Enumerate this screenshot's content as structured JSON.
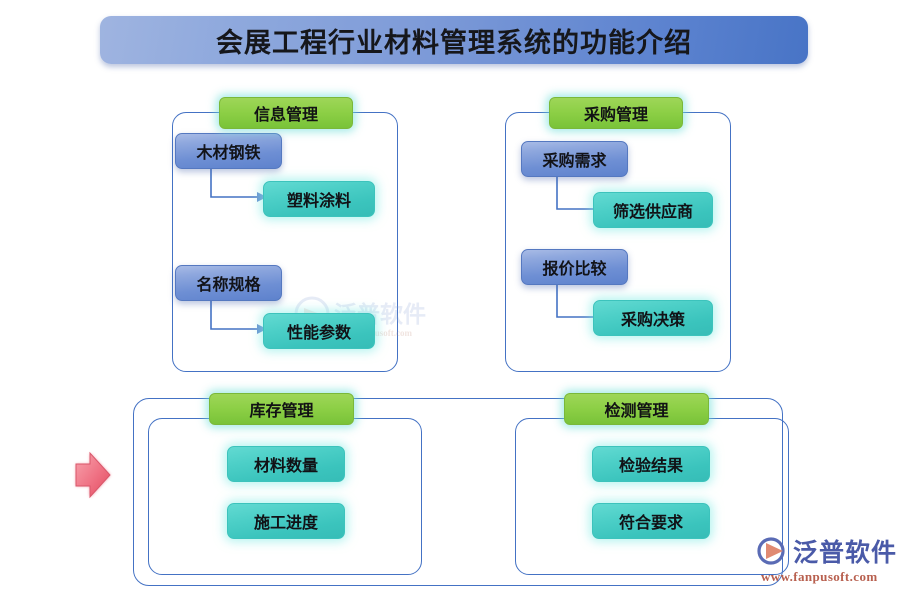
{
  "title": {
    "text": "会展工程行业材料管理系统的功能介绍"
  },
  "colors": {
    "title_bar_light": "#9fb4e0",
    "title_bar_dark": "#4874c6",
    "panel_border": "#4472C4",
    "green_chip": "#8ccf45",
    "blue_box": "#6e8fd4",
    "teal_box": "#3bc4bd",
    "arrow_pink": "#ef6a7a",
    "connector_line": "#4472C4",
    "watermark_brand": "#4a5aa8",
    "watermark_url": "#b8604f"
  },
  "groups": [
    {
      "id": "info-management",
      "header": "信息管理",
      "nodes": [
        {
          "id": "wood-steel",
          "label": "木材钢铁",
          "type": "blue"
        },
        {
          "id": "plastic-coating",
          "label": "塑料涂料",
          "type": "teal"
        },
        {
          "id": "name-spec",
          "label": "名称规格",
          "type": "blue"
        },
        {
          "id": "performance-param",
          "label": "性能参数",
          "type": "teal"
        }
      ],
      "connections": [
        {
          "from": "wood-steel",
          "to": "plastic-coating"
        },
        {
          "from": "name-spec",
          "to": "performance-param"
        }
      ]
    },
    {
      "id": "procurement-management",
      "header": "采购管理",
      "nodes": [
        {
          "id": "purchase-demand",
          "label": "采购需求",
          "type": "blue"
        },
        {
          "id": "filter-supplier",
          "label": "筛选供应商",
          "type": "teal"
        },
        {
          "id": "quote-compare",
          "label": "报价比较",
          "type": "blue"
        },
        {
          "id": "purchase-decision",
          "label": "采购决策",
          "type": "teal"
        }
      ],
      "connections": [
        {
          "from": "purchase-demand",
          "to": "filter-supplier"
        },
        {
          "from": "quote-compare",
          "to": "purchase-decision"
        }
      ]
    },
    {
      "id": "inventory-management",
      "header": "库存管理",
      "nodes": [
        {
          "id": "material-quantity",
          "label": "材料数量",
          "type": "teal"
        },
        {
          "id": "construction-progress",
          "label": "施工进度",
          "type": "teal"
        }
      ],
      "connections": []
    },
    {
      "id": "inspection-management",
      "header": "检测管理",
      "nodes": [
        {
          "id": "inspection-result",
          "label": "检验结果",
          "type": "teal"
        },
        {
          "id": "meets-requirement",
          "label": "符合要求",
          "type": "teal"
        }
      ],
      "connections": []
    }
  ],
  "watermark": {
    "brand": "泛普软件",
    "url": "www.fanpusoft.com"
  }
}
